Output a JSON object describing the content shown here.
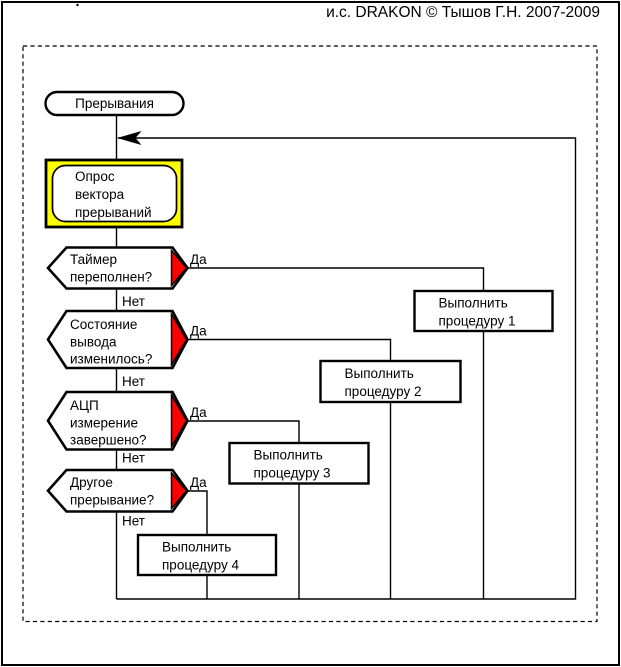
{
  "header": {
    "title": "и.с. DRAKON © Тышов Г.Н. 2007-2009"
  },
  "labels": {
    "yes": "Да",
    "no": "Нет"
  },
  "colors": {
    "question_flag": "#ff0000",
    "insertion_fill": "#ffff00",
    "node_fill": "#ffffff",
    "line": "#000000"
  },
  "nodes": {
    "start": {
      "type": "begin",
      "label": "Прерывания"
    },
    "poll": {
      "type": "insertion",
      "lines": [
        "Опрос",
        "вектора",
        "прерываний"
      ]
    },
    "q1": {
      "type": "question",
      "lines": [
        "Таймер",
        "переполнен?"
      ]
    },
    "q2": {
      "type": "question",
      "lines": [
        "Состояние",
        "вывода",
        "изменилось?"
      ]
    },
    "q3": {
      "type": "question",
      "lines": [
        "АЦП",
        "измерение",
        "завершено?"
      ]
    },
    "q4": {
      "type": "question",
      "lines": [
        "Другое",
        "прерывание?"
      ]
    },
    "p1": {
      "type": "action",
      "lines": [
        "Выполнить",
        "процедуру 1"
      ]
    },
    "p2": {
      "type": "action",
      "lines": [
        "Выполнить",
        "процедуру 2"
      ]
    },
    "p3": {
      "type": "action",
      "lines": [
        "Выполнить",
        "процедуру 3"
      ]
    },
    "p4": {
      "type": "action",
      "lines": [
        "Выполнить",
        "процедуру 4"
      ]
    }
  }
}
